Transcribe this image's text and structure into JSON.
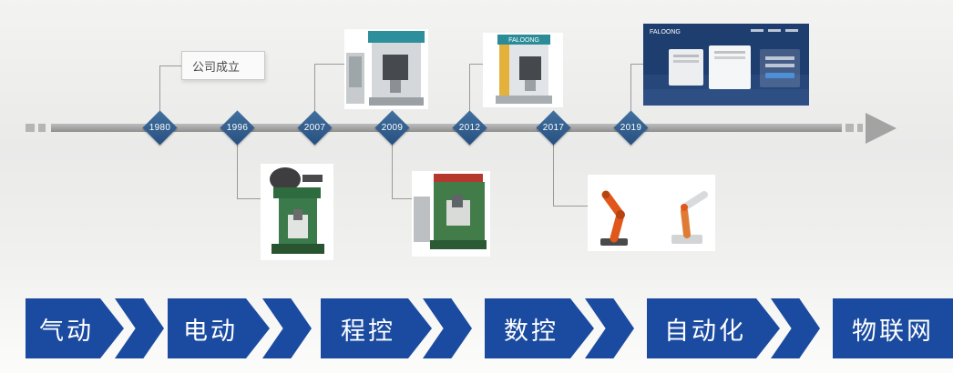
{
  "timeline": {
    "annotation": "公司成立",
    "years": [
      "1980",
      "1996",
      "2007",
      "2009",
      "2012",
      "2017",
      "2019"
    ]
  },
  "machines": {
    "y1996": "friction-screw-press-photo",
    "y2007": "frame-press-with-control-cabinet-photo",
    "y2009": "program-controlled-press-photo",
    "y2012": "cnc-servo-press-photo",
    "y2012_brand": "FALOONG",
    "y2017": "industrial-robot-arms-photo",
    "y2019": "iot-remote-monitoring-dashboard-screenshot",
    "y2019_brand": "FALOONG"
  },
  "stages": [
    "气动",
    "电动",
    "程控",
    "数控",
    "自动化",
    "物联网"
  ],
  "colors": {
    "milestone_diamond": "#2e5a90",
    "stage_arrow": "#1b4ba0",
    "timeline_line": "#9e9e9e"
  }
}
